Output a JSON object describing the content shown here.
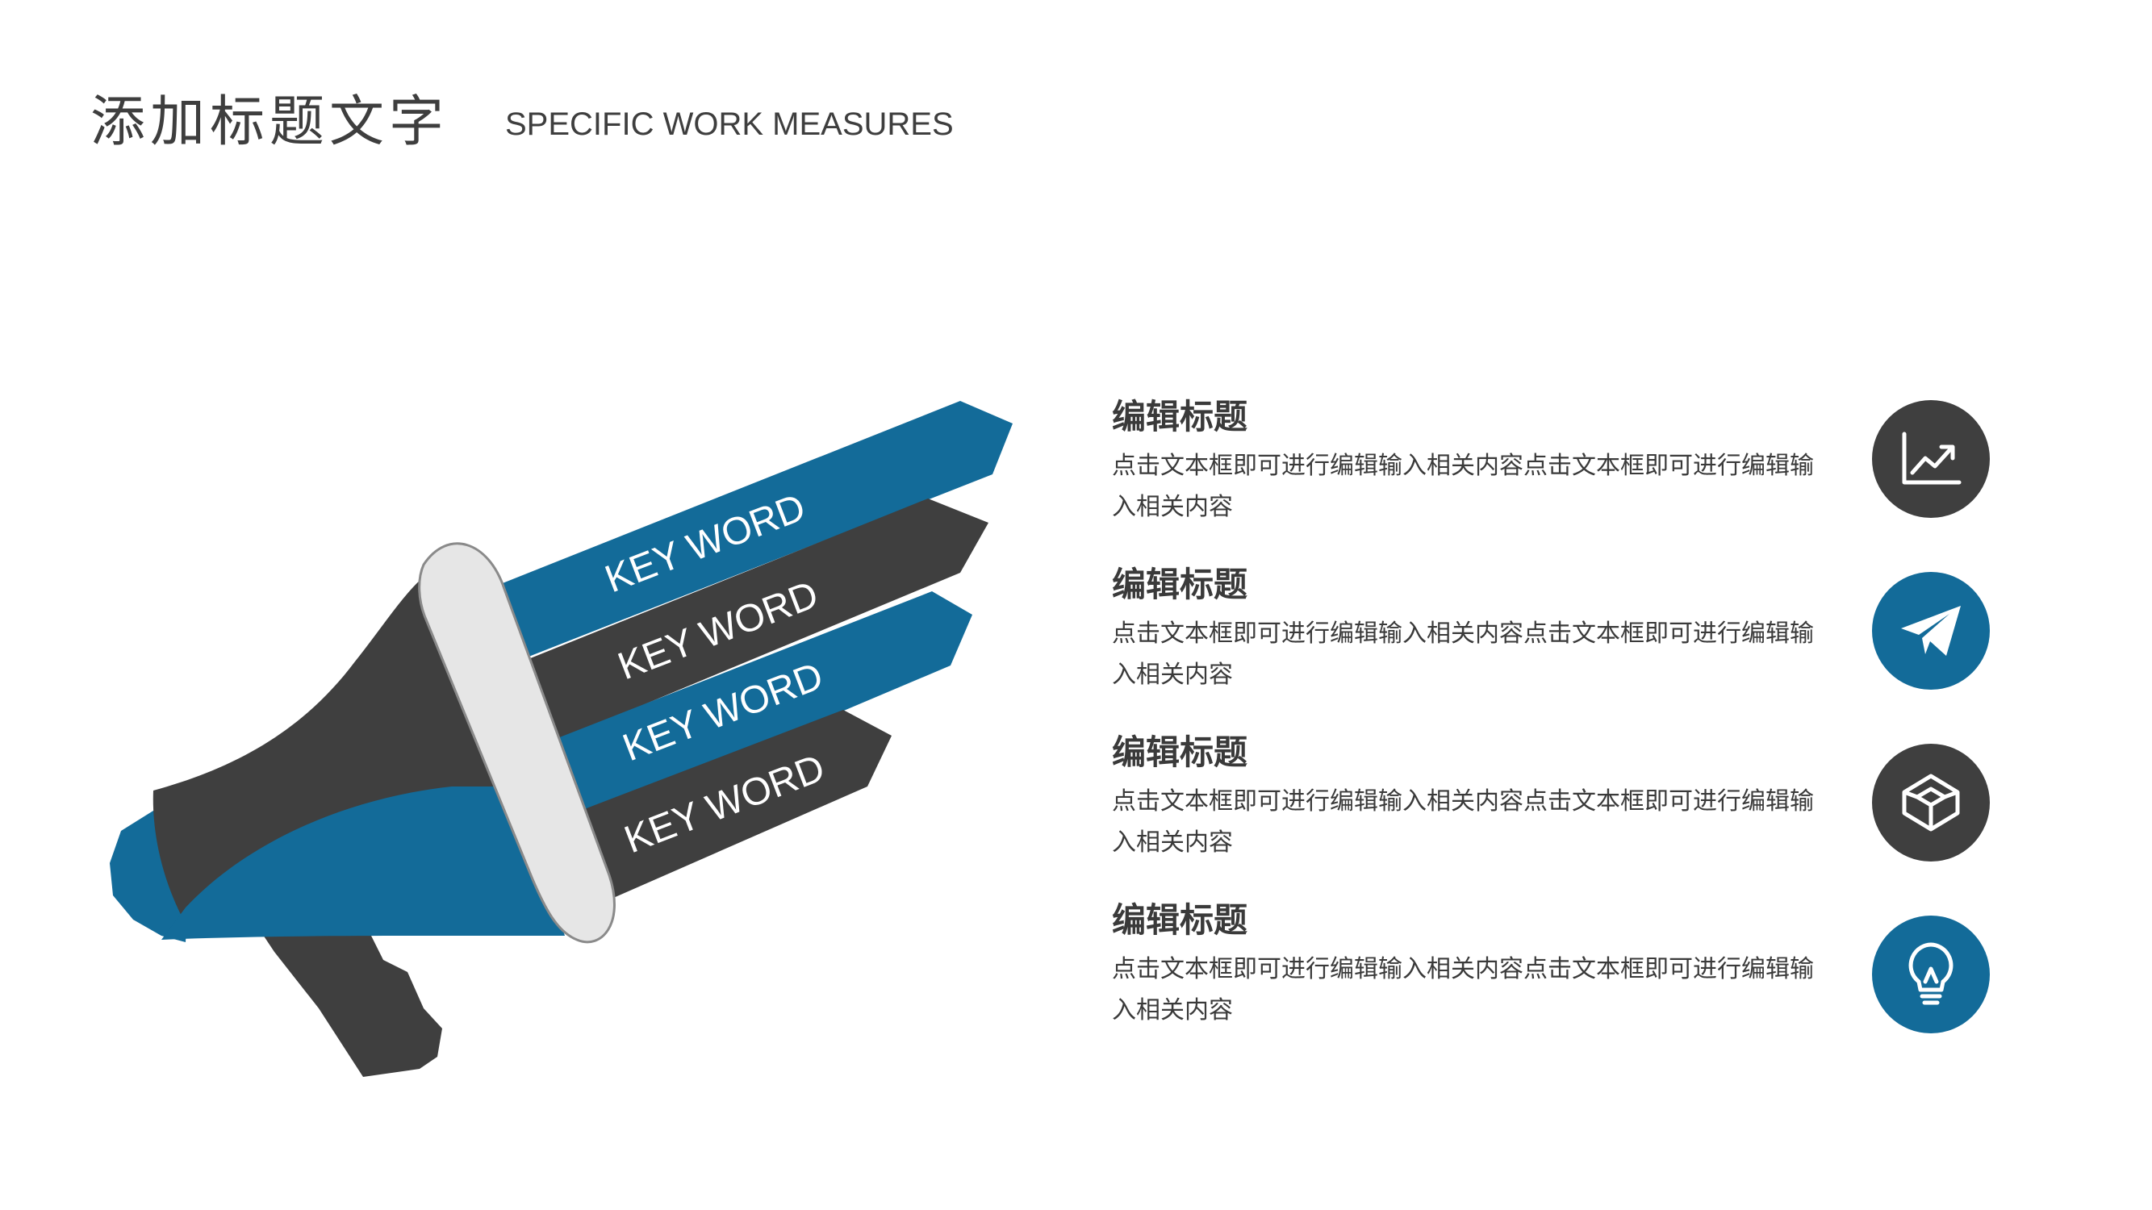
{
  "header": {
    "title": "添加标题文字",
    "subtitle": "SPECIFIC WORK MEASURES"
  },
  "colors": {
    "blue": "#136b99",
    "dark": "#3f3f3f",
    "light": "#e6e6e6"
  },
  "megaphone": {
    "banners": [
      {
        "label": "KEY WORD",
        "color": "blue"
      },
      {
        "label": "KEY WORD",
        "color": "dark"
      },
      {
        "label": "KEY WORD",
        "color": "blue"
      },
      {
        "label": "KEY WORD",
        "color": "dark"
      }
    ]
  },
  "items": [
    {
      "title": "编辑标题",
      "desc": "点击文本框即可进行编辑输入相关内容点击文本框即可进行编辑输入相关内容",
      "icon": "trend-chart-icon",
      "icon_color": "dark"
    },
    {
      "title": "编辑标题",
      "desc": "点击文本框即可进行编辑输入相关内容点击文本框即可进行编辑输入相关内容",
      "icon": "paper-plane-icon",
      "icon_color": "blue"
    },
    {
      "title": "编辑标题",
      "desc": "点击文本框即可进行编辑输入相关内容点击文本框即可进行编辑输入相关内容",
      "icon": "box-3d-icon",
      "icon_color": "dark"
    },
    {
      "title": "编辑标题",
      "desc": "点击文本框即可进行编辑输入相关内容点击文本框即可进行编辑输入相关内容",
      "icon": "lightbulb-icon",
      "icon_color": "blue"
    }
  ]
}
